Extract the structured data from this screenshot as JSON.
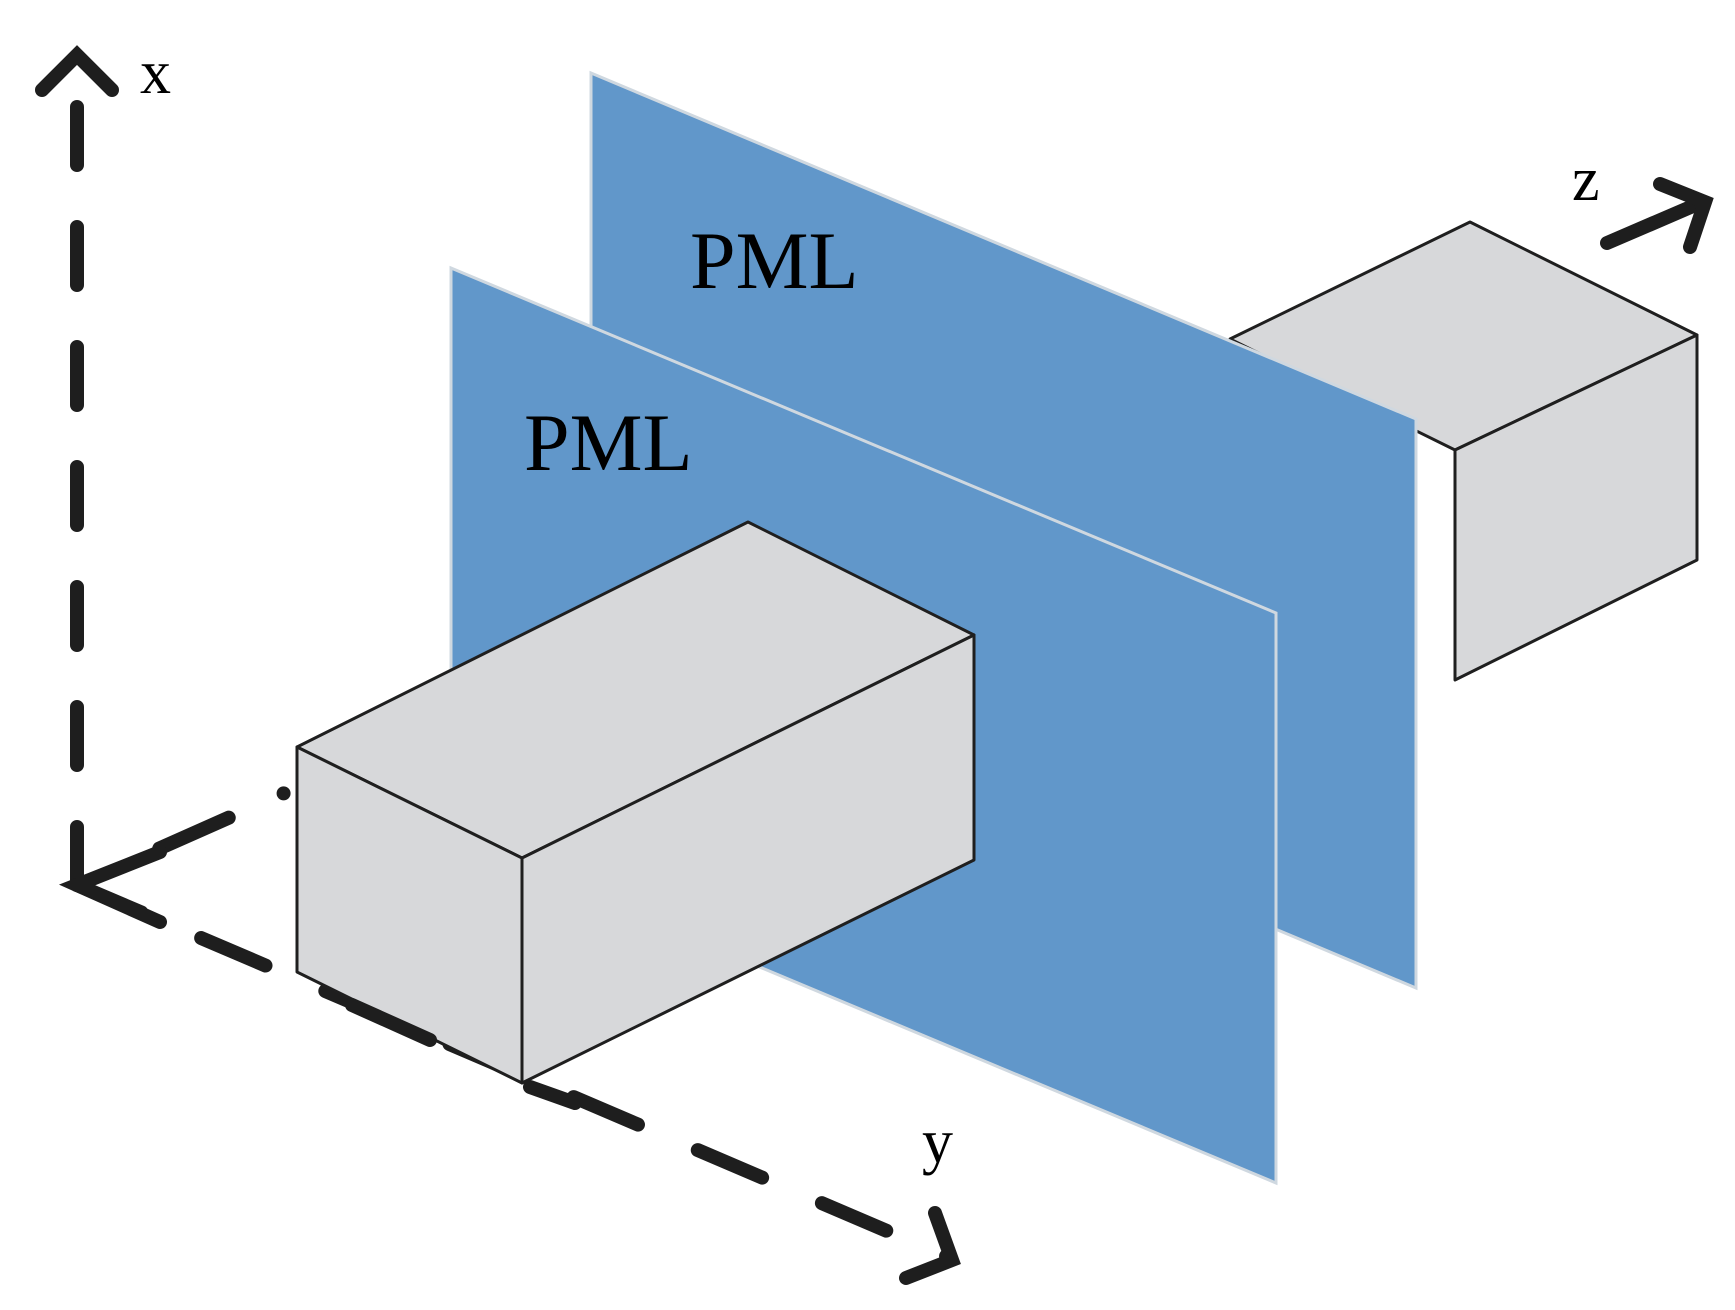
{
  "labels": {
    "axis_x": "x",
    "axis_y": "y",
    "axis_z": "z",
    "pml_back": "PML",
    "pml_front": "PML"
  },
  "colors": {
    "pml_fill": "#6197CA",
    "pml_edge": "#CFD8E0",
    "waveguide_fill": "#D7D8DA",
    "waveguide_stroke": "#1F1F1F",
    "axis_stroke": "#1E1E1E"
  }
}
